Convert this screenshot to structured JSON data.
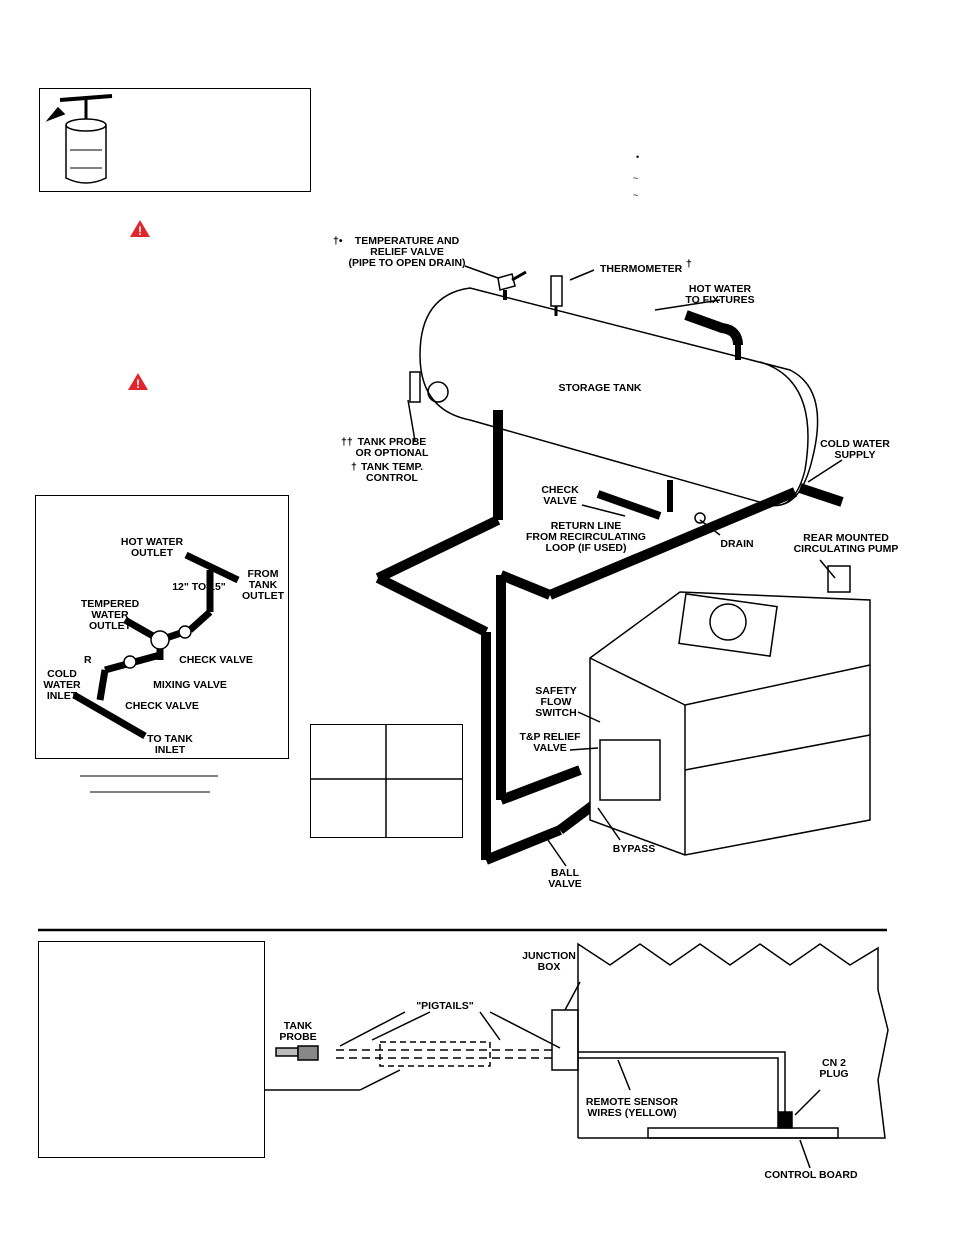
{
  "storage_diagram": {
    "tp_valve": "TEMPERATURE AND\nRELIEF VALVE\n(PIPE TO OPEN DRAIN)",
    "tp_valve_marks": "†•",
    "thermometer": "THERMOMETER",
    "thermometer_mark": "†",
    "hot_to_fixtures": "HOT WATER\nTO FIXTURES",
    "storage_tank": "STORAGE TANK",
    "tank_probe": "TANK PROBE\nOR OPTIONAL",
    "tank_probe_marks": "††",
    "tank_temp": "TANK TEMP.\nCONTROL",
    "tank_temp_mark": "†",
    "cold_supply": "COLD WATER\nSUPPLY",
    "check_valve": "CHECK\nVALVE",
    "return_line": "RETURN LINE\nFROM RECIRCULATING\nLOOP (IF USED)",
    "drain": "DRAIN",
    "rear_pump": "REAR MOUNTED\nCIRCULATING PUMP",
    "safety_flow": "SAFETY\nFLOW\nSWITCH",
    "tp_relief": "T&P RELIEF\nVALVE",
    "bypass": "BYPASS",
    "ball_valve": "BALL\nVALVE",
    "legend_bullet": "•"
  },
  "mixing_diagram": {
    "hot_outlet": "HOT WATER\nOUTLET",
    "from_tank": "FROM\nTANK\nOUTLET",
    "distance": "12\" TO 15\"",
    "tempered": "TEMPERED\nWATER\nOUTLET",
    "check_valve_1": "CHECK VALVE",
    "r": "R",
    "cold_inlet": "COLD\nWATER\nINLET",
    "mixing_valve": "MIXING VALVE",
    "check_valve_2": "CHECK VALVE",
    "to_tank": "TO TANK\nINLET"
  },
  "sensor_diagram": {
    "junction_box": "JUNCTION\nBOX",
    "pigtails": "\"PIGTAILS\"",
    "tank_probe": "TANK\nPROBE",
    "cn2": "CN 2\nPLUG",
    "remote_wires": "REMOTE SENSOR\nWIRES (YELLOW)",
    "control_board": "CONTROL BOARD"
  },
  "colors": {
    "warning": "#e0262a",
    "line": "#000000"
  }
}
